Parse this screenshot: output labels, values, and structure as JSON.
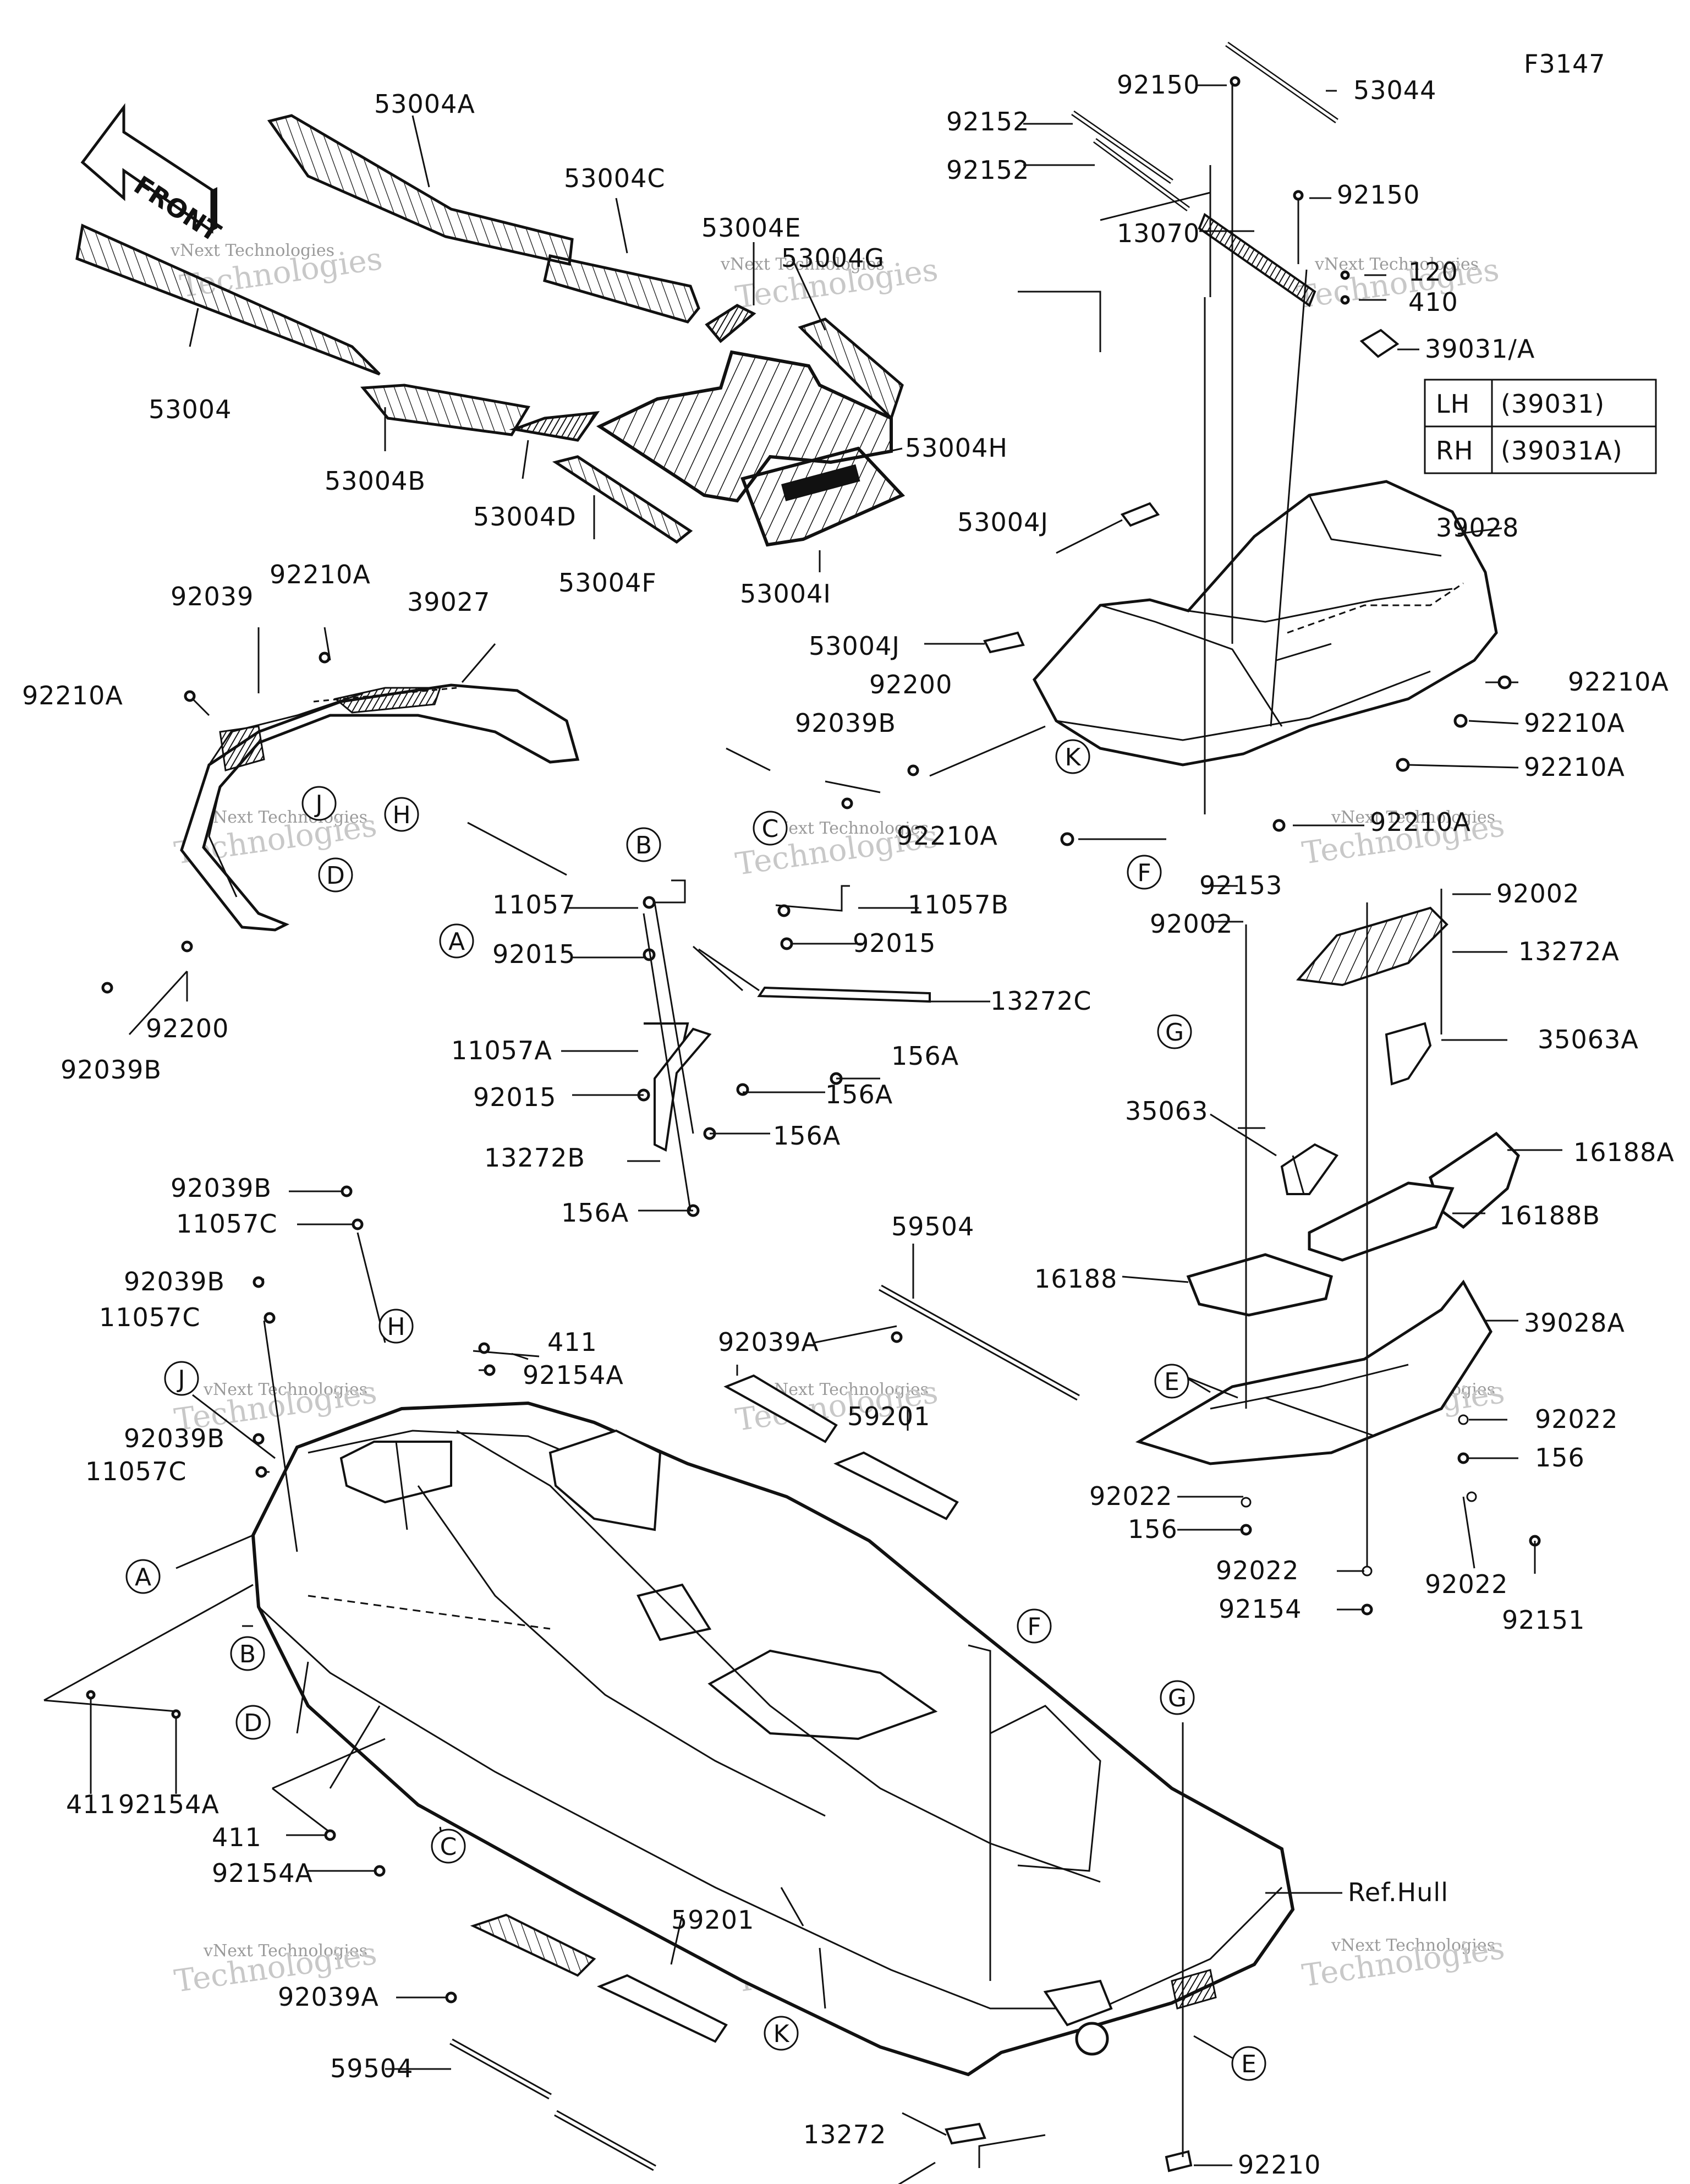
{
  "figure_code": "F3147",
  "front_arrow_text": "FRONT",
  "legend": {
    "rows": [
      {
        "side": "LH",
        "part": "(39031)"
      },
      {
        "side": "RH",
        "part": "(39031A)"
      }
    ]
  },
  "watermark": {
    "line1": "vNext Technologies",
    "line2": "Technologies"
  },
  "labels": {
    "p53004A": "53004A",
    "p53004C": "53004C",
    "p53004E": "53004E",
    "p53004G": "53004G",
    "p53004": "53004",
    "p53004B": "53004B",
    "p53004D": "53004D",
    "p53004F": "53004F",
    "p53004H": "53004H",
    "p53004I": "53004I",
    "p53004J_a": "53004J",
    "p53004J_b": "53004J",
    "p92150_a": "92150",
    "p53044": "53044",
    "p92152_a": "92152",
    "p92152_b": "92152",
    "p92150_b": "92150",
    "p13070": "13070",
    "p120": "120",
    "p410": "410",
    "p39031A": "39031/A",
    "p39028": "39028",
    "p92210A_r1": "92210A",
    "p92210A_r2": "92210A",
    "p92210A_r3": "92210A",
    "p92210A_r4": "92210A",
    "p92210A_mid": "92210A",
    "p92200_r": "92200",
    "p92039B_r": "92039B",
    "p92039_l": "92039",
    "p92210A_l1": "92210A",
    "p39027": "39027",
    "p92210A_l2": "92210A",
    "p92200_l": "92200",
    "p92039B_l": "92039B",
    "p11057": "11057",
    "p92015_a": "92015",
    "p11057B": "11057B",
    "p92015_b": "92015",
    "p13272C": "13272C",
    "p156A_a": "156A",
    "p156A_b": "156A",
    "p11057A": "11057A",
    "p92015_c": "92015",
    "p156A_c": "156A",
    "p13272B": "13272B",
    "p156A_d": "156A",
    "p92153": "92153",
    "p92002_a": "92002",
    "p92002_b": "92002",
    "p13272A": "13272A",
    "p35063A": "35063A",
    "p35063": "35063",
    "p16188A": "16188A",
    "p16188B": "16188B",
    "p16188": "16188",
    "p39028A": "39028A",
    "p92022_a": "92022",
    "p156_a": "156",
    "p92022_b": "92022",
    "p156_b": "156",
    "p92022_c": "92022",
    "p92154": "92154",
    "p92022_d": "92022",
    "p92151": "92151",
    "p92039B_1": "92039B",
    "p11057C_1": "11057C",
    "p92039B_2": "92039B",
    "p11057C_2": "11057C",
    "p92039B_3": "92039B",
    "p11057C_3": "11057C",
    "p411_a": "411",
    "p92154A_a": "92154A",
    "p411_b": "411",
    "p92154A_b": "92154A",
    "p411_c": "411",
    "p92154A_c": "92154A",
    "p59504_a": "59504",
    "p92039A_a": "92039A",
    "p59201_a": "59201",
    "p59201_b": "59201",
    "p92039A_b": "92039A",
    "p59504_b": "59504",
    "p13272": "13272",
    "p92210": "92210",
    "refhull": "Ref.Hull"
  },
  "callouts": {
    "B1": "B",
    "C1": "C",
    "K1": "K",
    "F1": "F",
    "J1": "J",
    "H1": "H",
    "D1": "D",
    "A1": "A",
    "G1": "G",
    "E1": "E",
    "H2": "H",
    "J2": "J",
    "A2": "A",
    "B2": "B",
    "D2": "D",
    "C2": "C",
    "F2": "F",
    "G2": "G",
    "K2": "K",
    "E2": "E"
  }
}
